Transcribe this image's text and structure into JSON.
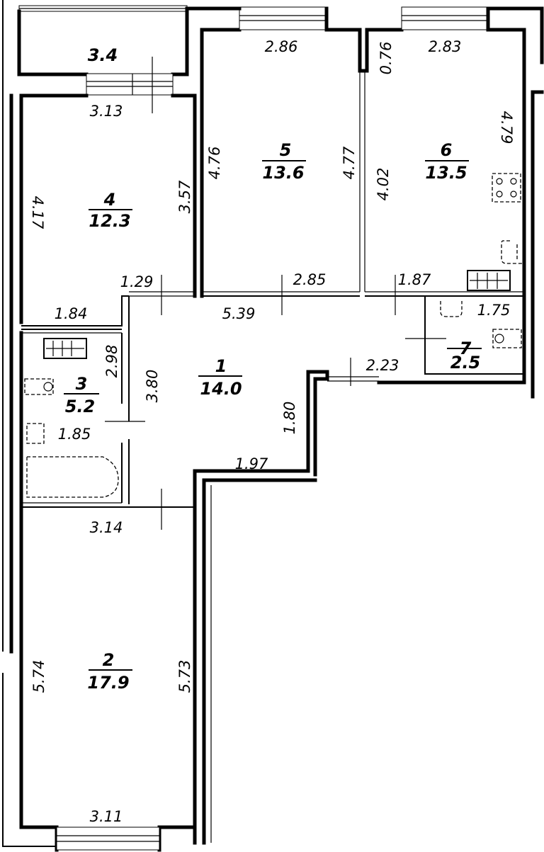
{
  "plan": {
    "balcony": {
      "area": "3.4"
    },
    "rooms": [
      {
        "id": "1",
        "number": "1",
        "area": "14.0"
      },
      {
        "id": "2",
        "number": "2",
        "area": "17.9"
      },
      {
        "id": "3",
        "number": "3",
        "area": "5.2"
      },
      {
        "id": "4",
        "number": "4",
        "area": "12.3"
      },
      {
        "id": "5",
        "number": "5",
        "area": "13.6"
      },
      {
        "id": "6",
        "number": "6",
        "area": "13.5"
      },
      {
        "id": "7",
        "number": "7",
        "area": "2.5"
      }
    ],
    "dimensions": {
      "r4_top": "3.13",
      "r4_left": "4.17",
      "r4_right": "3.57",
      "r4_bottom": "1.84",
      "r4_door": "1.29",
      "r5_top": "2.86",
      "r5_left": "4.76",
      "r5_right": "4.77",
      "r5_bottom": "2.85",
      "r6_top": "2.83",
      "r6_niche": "0.76",
      "r6_left": "4.02",
      "r6_right": "4.79",
      "r6_bottom": "1.87",
      "r7_width": "1.75",
      "r1_top": "5.39",
      "r1_left": "3.80",
      "r1_right": "1.80",
      "r1_bottom": "1.97",
      "r1_side": "2.23",
      "r3_height": "2.98",
      "r3_width": "1.85",
      "r2_top": "3.14",
      "r2_left": "5.74",
      "r2_right": "5.73",
      "r2_bottom": "3.11"
    }
  }
}
